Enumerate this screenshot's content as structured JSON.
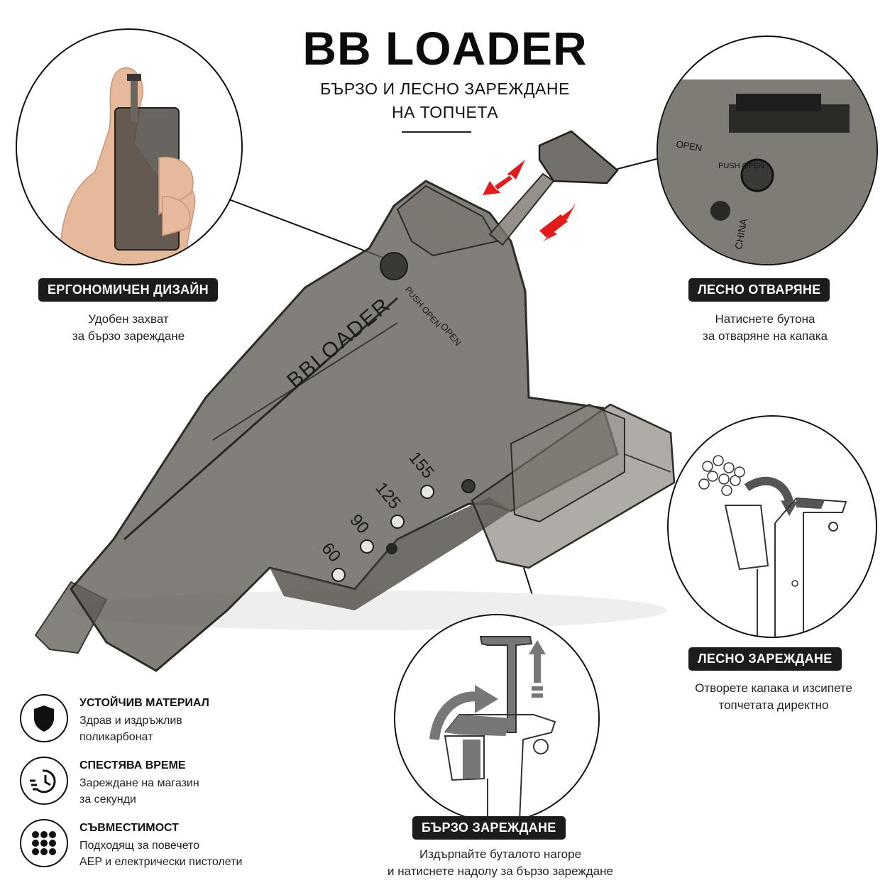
{
  "header": {
    "title": "BB LOADER",
    "subtitle_line1": "БЪРЗО И ЛЕСНО ЗАРЕЖДАНЕ",
    "subtitle_line2": "НА ТОПЧЕТА"
  },
  "callouts": {
    "ergonomic": {
      "label": "ЕРГОНОМИЧЕН ДИЗАЙН",
      "desc_line1": "Удобен захват",
      "desc_line2": "за бързо зареждане"
    },
    "open": {
      "label": "ЛЕСНО ОТВАРЯНЕ",
      "desc_line1": "Натиснете бутона",
      "desc_line2": "за отваряне на капака"
    },
    "loading": {
      "label": "ЛЕСНО ЗАРЕЖДАНЕ",
      "desc_line1": "Отворете капака и изсипете",
      "desc_line2": "топчетата директно"
    },
    "fast": {
      "label": "БЪРЗО ЗАРЕЖДАНЕ",
      "desc_line1": "Издърпайте буталото нагоре",
      "desc_line2": "и натиснете надолу за бързо зареждане"
    }
  },
  "product_markings": {
    "brand": "BBLOADER",
    "capacity_marks": [
      "155",
      "125",
      "90",
      "60"
    ],
    "push_open": "PUSH OPEN",
    "open": "OPEN",
    "origin": "CHINA"
  },
  "features": [
    {
      "icon": "shield-icon",
      "title": "УСТОЙЧИВ МАТЕРИАЛ",
      "line1": "Здрав и издръжлив",
      "line2": "поликарбонат"
    },
    {
      "icon": "clock-speed-icon",
      "title": "СПЕСТЯВА ВРЕМЕ",
      "line1": "Зареждане на магазин",
      "line2": "за секунди"
    },
    {
      "icon": "dots-grid-icon",
      "title": "СЪВМЕСТИМОСТ",
      "line1": "Подходящ за повечето",
      "line2": "AEP и електрически пистолети"
    }
  ],
  "colors": {
    "accent_red": "#e21b1b",
    "product_smoke": "#6b665f",
    "badge_bg": "#1c1c1c"
  }
}
